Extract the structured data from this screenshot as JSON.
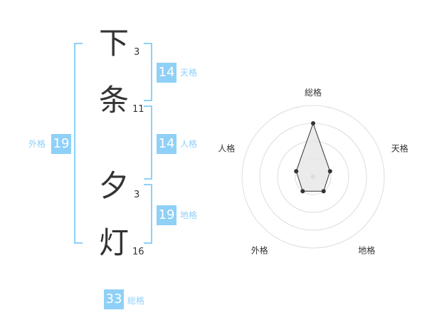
{
  "name": {
    "chars": [
      {
        "char": "下",
        "strokes": "3"
      },
      {
        "char": "条",
        "strokes": "11"
      },
      {
        "char": "夕",
        "strokes": "3"
      },
      {
        "char": "灯",
        "strokes": "16"
      }
    ]
  },
  "kakusu": {
    "tenkaku": {
      "value": "14",
      "label": "天格"
    },
    "jinkaku": {
      "value": "14",
      "label": "人格"
    },
    "chikaku": {
      "value": "19",
      "label": "地格"
    },
    "gaikaku": {
      "value": "19",
      "label": "外格"
    },
    "soukaku": {
      "value": "33",
      "label": "総格"
    }
  },
  "chart_data": {
    "type": "radar",
    "axes": [
      "総格",
      "天格",
      "地格",
      "外格",
      "人格"
    ],
    "rings": 4,
    "max": 4,
    "values": [
      3,
      1,
      1,
      1,
      1
    ],
    "colors": {
      "grid": "#dddddd",
      "fill": "#e6e6e6",
      "line": "#333333",
      "center": "#dddddd"
    }
  }
}
